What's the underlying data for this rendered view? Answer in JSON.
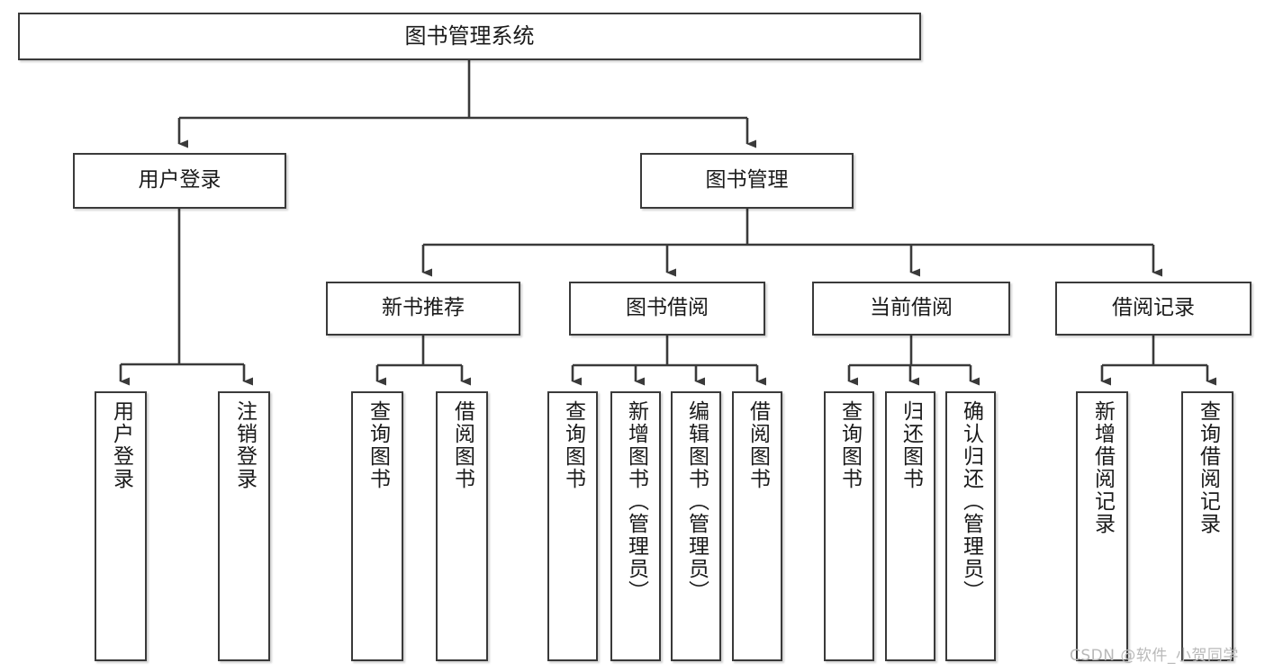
{
  "diagram": {
    "title": "图书管理系统",
    "type": "tree-hierarchy",
    "watermark": "CSDN @软件_小贺同学",
    "accent_color": "#3a3a3a",
    "background_color": "#ffffff",
    "nodes": {
      "root": {
        "label": "图书管理系统"
      },
      "level2": [
        {
          "id": "user-login",
          "label": "用户登录"
        },
        {
          "id": "book-manage",
          "label": "图书管理"
        }
      ],
      "level3": [
        {
          "id": "new-book-rec",
          "label": "新书推荐"
        },
        {
          "id": "book-borrow",
          "label": "图书借阅"
        },
        {
          "id": "current-borrow",
          "label": "当前借阅"
        },
        {
          "id": "borrow-record",
          "label": "借阅记录"
        }
      ],
      "leaves": {
        "user-login": [
          {
            "id": "leaf-user-login",
            "label": "用户登录"
          },
          {
            "id": "leaf-logout",
            "label": "注销登录"
          }
        ],
        "new-book-rec": [
          {
            "id": "leaf-query-book-1",
            "label": "查询图书"
          },
          {
            "id": "leaf-borrow-book-1",
            "label": "借阅图书"
          }
        ],
        "book-borrow": [
          {
            "id": "leaf-query-book-2",
            "label": "查询图书"
          },
          {
            "id": "leaf-add-book",
            "label": "新增图书（管理员）"
          },
          {
            "id": "leaf-edit-book",
            "label": "编辑图书（管理员）"
          },
          {
            "id": "leaf-borrow-book-2",
            "label": "借阅图书"
          }
        ],
        "current-borrow": [
          {
            "id": "leaf-query-book-3",
            "label": "查询图书"
          },
          {
            "id": "leaf-return-book",
            "label": "归还图书"
          },
          {
            "id": "leaf-confirm-return",
            "label": "确认归还（管理员）"
          }
        ],
        "borrow-record": [
          {
            "id": "leaf-add-record",
            "label": "新增借阅记录"
          },
          {
            "id": "leaf-query-record",
            "label": "查询借阅记录"
          }
        ]
      }
    }
  }
}
